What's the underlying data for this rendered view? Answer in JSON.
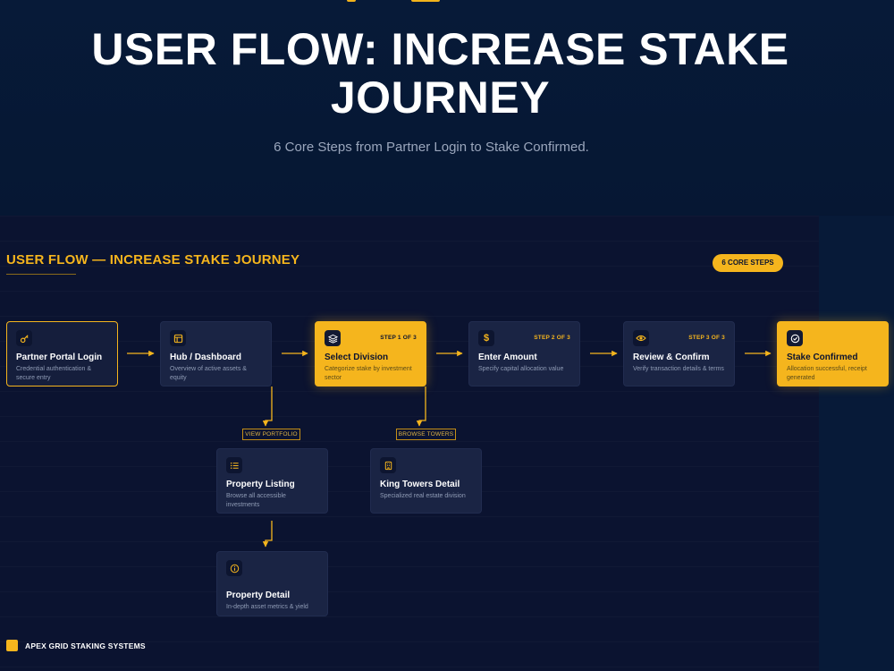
{
  "header": {
    "title": "USER FLOW: INCREASE STAKE JOURNEY",
    "subtitle": "6 Core Steps from Partner Login to Stake Confirmed."
  },
  "board": {
    "title": "USER FLOW — INCREASE STAKE JOURNEY",
    "pill": "6 CORE STEPS"
  },
  "nodes": {
    "login": {
      "title": "Partner Portal Login",
      "desc": "Credential authentication & secure entry",
      "icon": "key-icon"
    },
    "hub": {
      "title": "Hub / Dashboard",
      "desc": "Overview of active assets & equity",
      "icon": "dashboard-icon"
    },
    "division": {
      "title": "Select Division",
      "desc": "Categorize stake by investment sector",
      "step": "STEP 1 OF 3",
      "icon": "layers-icon"
    },
    "amount": {
      "title": "Enter Amount",
      "desc": "Specify capital allocation value",
      "step": "STEP 2 OF 3",
      "icon": "dollar-icon"
    },
    "review": {
      "title": "Review & Confirm",
      "desc": "Verify transaction details & terms",
      "step": "STEP 3 OF 3",
      "icon": "eye-icon"
    },
    "confirmed": {
      "title": "Stake Confirmed",
      "desc": "Allocation successful, receipt generated",
      "icon": "check-circle-icon"
    },
    "listing": {
      "title": "Property Listing",
      "desc": "Browse all accessible investments",
      "icon": "list-icon"
    },
    "detail": {
      "title": "Property Detail",
      "desc": "In-depth asset metrics & yield",
      "icon": "info-icon"
    },
    "towers": {
      "title": "King Towers Detail",
      "desc": "Specialized real estate division",
      "icon": "building-icon"
    }
  },
  "tags": {
    "view_portfolio": "VIEW PORTFOLIO",
    "browse_towers": "BROWSE TOWERS"
  },
  "footer": {
    "brand": "APEX GRID STAKING SYSTEMS"
  },
  "colors": {
    "accent": "#f5b51d",
    "background": "#061632",
    "board": "#0b1330",
    "node": "#1a2444"
  }
}
